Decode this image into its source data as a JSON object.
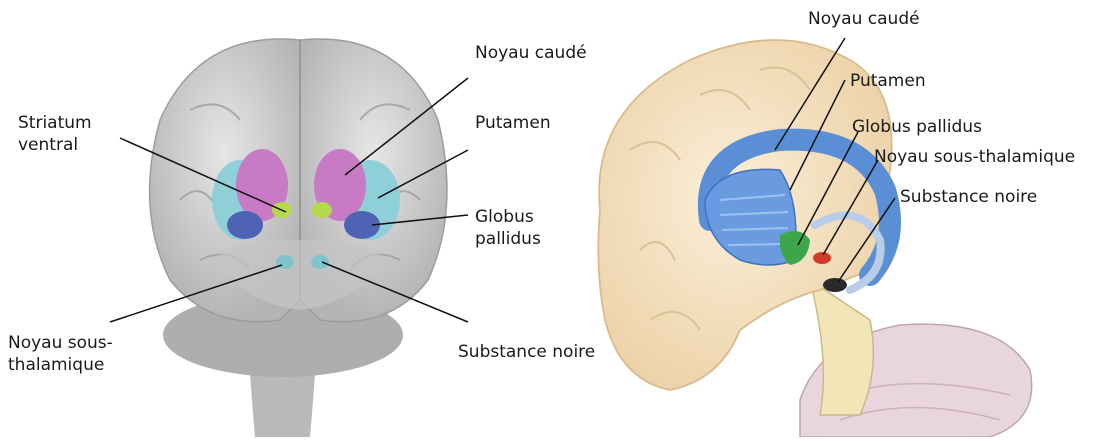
{
  "left_figure": {
    "labels": {
      "striatum_ventral": [
        "Striatum",
        "ventral"
      ],
      "noyau_caude": "Noyau caudé",
      "putamen": "Putamen",
      "globus_pallidus": [
        "Globus",
        "pallidus"
      ],
      "noyau_sous_thalamique": [
        "Noyau sous-",
        "thalamique"
      ],
      "substance_noire": "Substance noire"
    }
  },
  "right_figure": {
    "labels": {
      "noyau_caude": "Noyau caudé",
      "putamen": "Putamen",
      "globus_pallidus": "Globus pallidus",
      "noyau_sous_thalamique": "Noyau sous-thalamique",
      "substance_noire": "Substance noire"
    }
  },
  "colors": {
    "brain_gray": "#cfcfcf",
    "caudate_pink": "#c77bc4",
    "putamen_cyan": "#8fd0d8",
    "pallidus_blue": "#4f63b5",
    "ventral_green": "#b5d94a",
    "sagittal_skin": "#f3dcb8",
    "sagittal_blue": "#5a8fd6",
    "pallidus_green": "#3fa54a",
    "subthalamic_red": "#d23a2a"
  }
}
